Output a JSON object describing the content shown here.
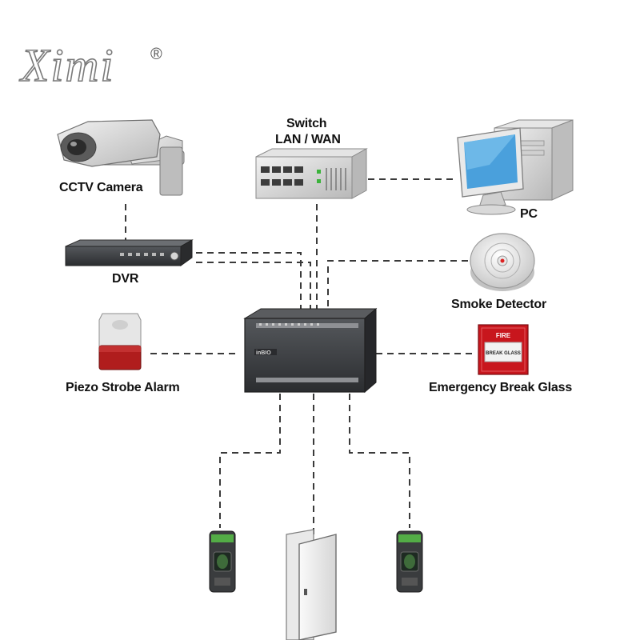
{
  "brand": {
    "logo_text": "Ximi",
    "registered_mark": "®"
  },
  "devices": {
    "cctv_camera": "CCTV Camera",
    "switch_line1": "Switch",
    "switch_line2": "LAN / WAN",
    "pc": "PC",
    "dvr": "DVR",
    "smoke_detector": "Smoke Detector",
    "piezo_strobe_alarm": "Piezo Strobe Alarm",
    "emergency_break_glass": "Emergency Break Glass"
  },
  "panel_text": {
    "fire_label": "FIRE",
    "break_glass_label": "BREAK GLASS",
    "controller_brand": "inBIO"
  },
  "colors": {
    "line": "#3a3a3a",
    "alarm_red": "#b01d1d",
    "fire_red": "#c8161d",
    "controller": "#3b3d40"
  }
}
